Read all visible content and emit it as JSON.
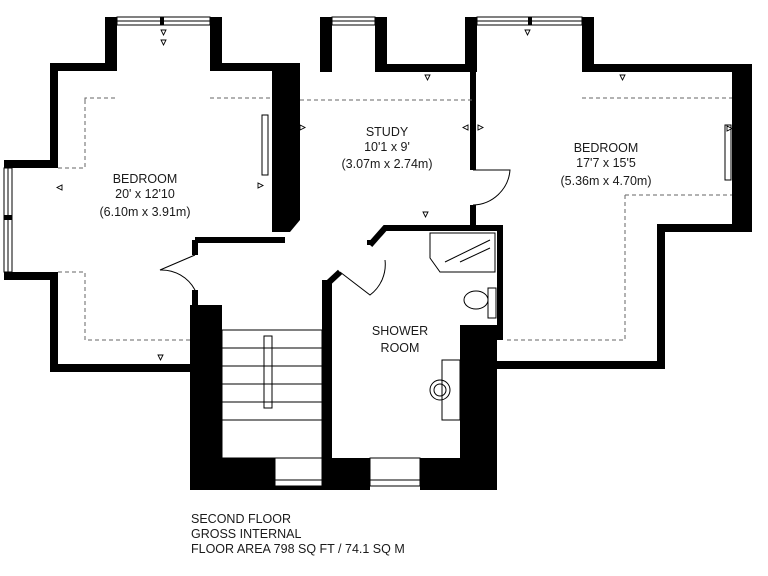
{
  "rooms": {
    "bedroom_left": {
      "name": "BEDROOM",
      "imperial": "20' x 12'10",
      "metric": "(6.10m x 3.91m)"
    },
    "study": {
      "name": "STUDY",
      "imperial": "10'1 x 9'",
      "metric": "(3.07m x 2.74m)"
    },
    "bedroom_right": {
      "name": "BEDROOM",
      "imperial": "17'7 x 15'5",
      "metric": "(5.36m x 4.70m)"
    },
    "shower_room": {
      "name_line1": "SHOWER",
      "name_line2": "ROOM"
    }
  },
  "caption": {
    "line1": "SECOND FLOOR",
    "line2": "GROSS INTERNAL",
    "line3": "FLOOR AREA 798 SQ FT / 74.1 SQ M"
  }
}
